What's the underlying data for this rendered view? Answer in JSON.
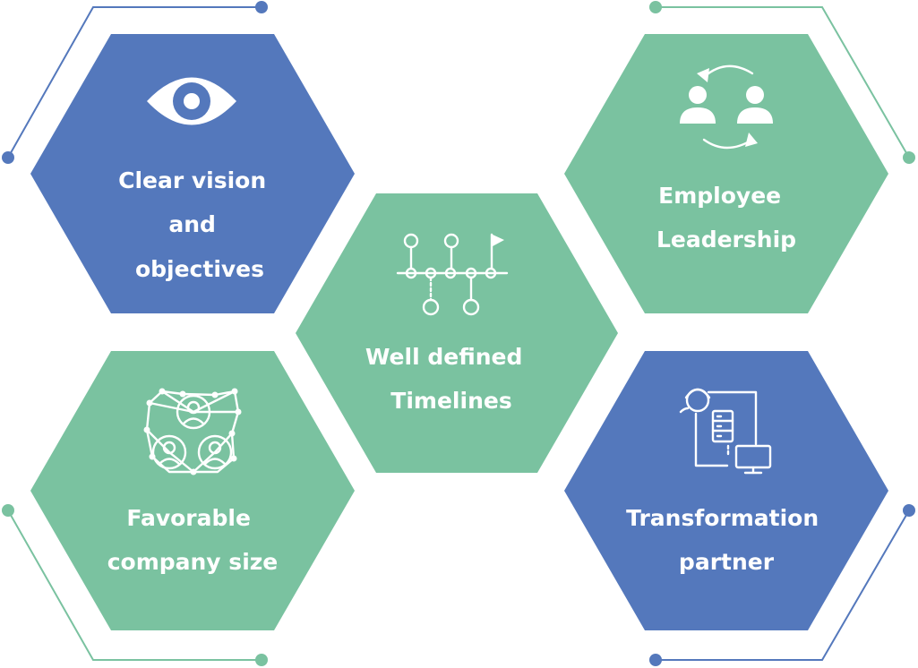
{
  "colors": {
    "blue": "#5478bc",
    "green": "#7ac2a0",
    "text": "#ffffff"
  },
  "hexagons": [
    {
      "id": "vision",
      "icon": "eye-icon",
      "color": "blue",
      "lines": [
        "Clear vision",
        "and",
        "objectives"
      ]
    },
    {
      "id": "leadership",
      "icon": "employee-exchange-icon",
      "color": "green",
      "lines": [
        "Employee",
        "Leadership"
      ]
    },
    {
      "id": "timelines",
      "icon": "timeline-icon",
      "color": "green",
      "lines": [
        "Well defined",
        "Timelines"
      ]
    },
    {
      "id": "company-size",
      "icon": "people-network-icon",
      "color": "green",
      "lines": [
        "Favorable",
        "company size"
      ]
    },
    {
      "id": "partner",
      "icon": "partner-server-icon",
      "color": "blue",
      "lines": [
        "Transformation",
        "partner"
      ]
    }
  ]
}
